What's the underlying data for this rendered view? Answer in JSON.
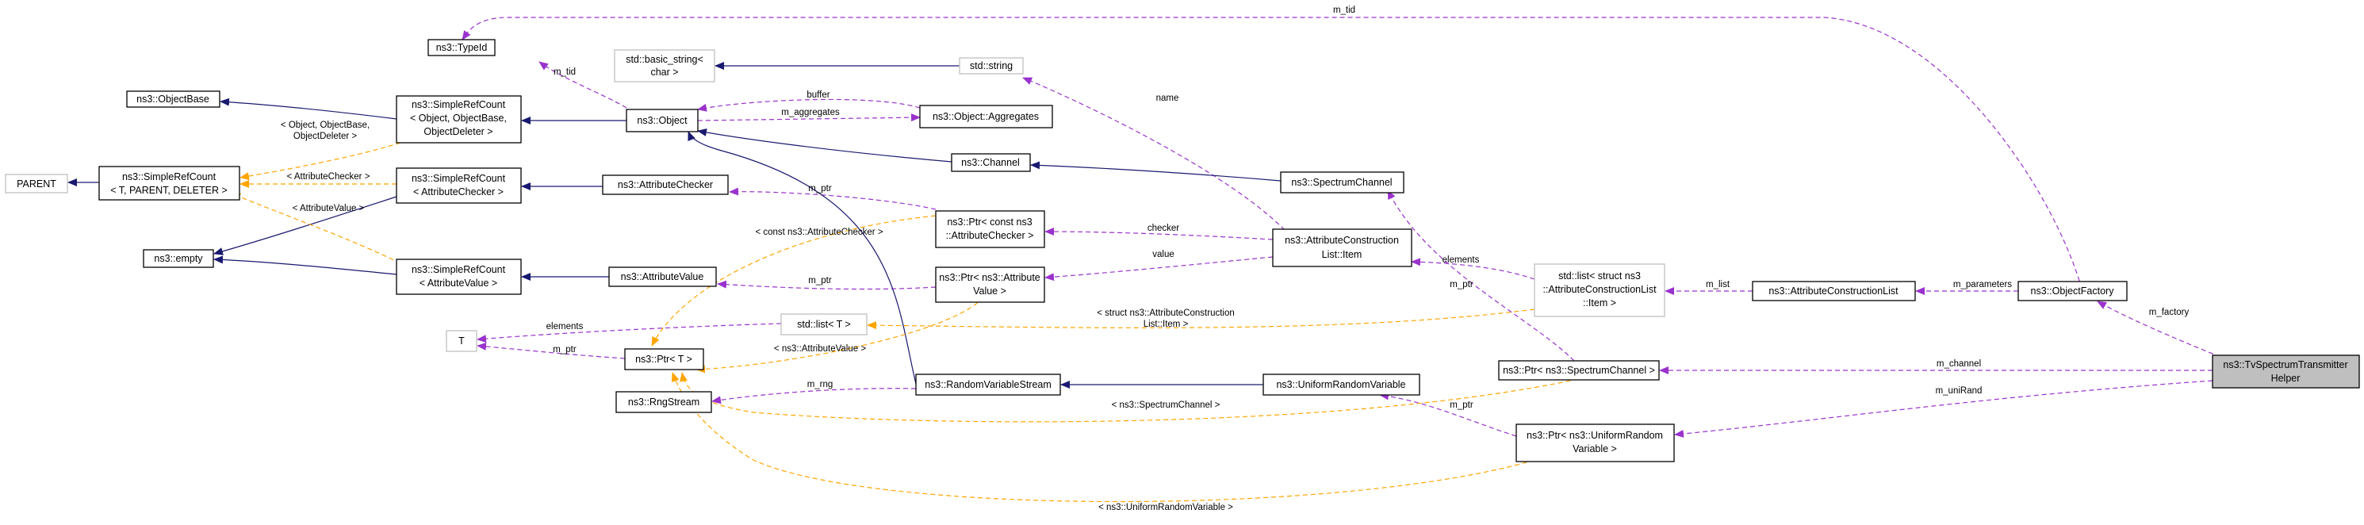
{
  "nodes": {
    "typeid": [
      "ns3::TypeId"
    ],
    "basic_string": [
      "std::basic_string<",
      "char >"
    ],
    "std_string": [
      "std::string"
    ],
    "objectbase": [
      "ns3::ObjectBase"
    ],
    "srefcount_object": [
      "ns3::SimpleRefCount",
      "< Object, ObjectBase,",
      "ObjectDeleter >"
    ],
    "object": [
      "ns3::Object"
    ],
    "aggregates": [
      "ns3::Object::Aggregates"
    ],
    "parent": [
      "PARENT"
    ],
    "srefcount_t": [
      "ns3::SimpleRefCount",
      "< T, PARENT, DELETER >"
    ],
    "srefcount_attrchecker": [
      "ns3::SimpleRefCount",
      "< AttributeChecker >"
    ],
    "attributechecker": [
      "ns3::AttributeChecker"
    ],
    "channel": [
      "ns3::Channel"
    ],
    "spectrumchannel": [
      "ns3::SpectrumChannel"
    ],
    "empty": [
      "ns3::empty"
    ],
    "ptr_attrchecker": [
      "ns3::Ptr< const ns3",
      "::AttributeChecker >"
    ],
    "attrconstruction_item": [
      "ns3::AttributeConstruction",
      "List::Item"
    ],
    "srefcount_attrvalue": [
      "ns3::SimpleRefCount",
      "< AttributeValue >"
    ],
    "attributevalue": [
      "ns3::AttributeValue"
    ],
    "ptr_attrvalue": [
      "ns3::Ptr< ns3::Attribute",
      "Value >"
    ],
    "stdlist_item": [
      "std::list< struct ns3",
      "::AttributeConstructionList",
      "::Item >"
    ],
    "attrconstructionlist": [
      "ns3::AttributeConstructionList"
    ],
    "objectfactory": [
      "ns3::ObjectFactory"
    ],
    "t": [
      "T"
    ],
    "stdlist_t": [
      "std::list< T >"
    ],
    "ptr_t": [
      "ns3::Ptr< T >"
    ],
    "rngstream": [
      "ns3::RngStream"
    ],
    "randomvariablestream": [
      "ns3::RandomVariableStream"
    ],
    "uniformrandomvariable": [
      "ns3::UniformRandomVariable"
    ],
    "ptr_spectrumchannel": [
      "ns3::Ptr< ns3::SpectrumChannel >"
    ],
    "ptr_uniform": [
      "ns3::Ptr< ns3::UniformRandom",
      "Variable >"
    ],
    "tvhelper": [
      "ns3::TvSpectrumTransmitter",
      "Helper"
    ]
  },
  "edge_labels": {
    "m_tid_top": [
      "m_tid"
    ],
    "m_tid": [
      "m_tid"
    ],
    "buffer": [
      "buffer"
    ],
    "m_aggregates": [
      "m_aggregates"
    ],
    "name": [
      "name"
    ],
    "tmpl_object": [
      "< Object, ObjectBase,",
      "ObjectDeleter >"
    ],
    "tmpl_attrchecker": [
      "< AttributeChecker >"
    ],
    "tmpl_attrvalue": [
      "< AttributeValue >"
    ],
    "m_ptr_checker": [
      "m_ptr"
    ],
    "tmpl_const_checker": [
      "< const ns3::AttributeChecker >"
    ],
    "checker": [
      "checker"
    ],
    "value": [
      "value"
    ],
    "m_ptr_value": [
      "m_ptr"
    ],
    "elements_item": [
      "elements"
    ],
    "m_ptr_item": [
      "m_ptr"
    ],
    "m_list": [
      "m_list"
    ],
    "m_parameters": [
      "m_parameters"
    ],
    "m_factory": [
      "m_factory"
    ],
    "elements_t": [
      "elements"
    ],
    "m_ptr_t": [
      "m_ptr"
    ],
    "tmpl_struct_item": [
      "< struct ns3::AttributeConstruction",
      "List::Item >"
    ],
    "tmpl_attrvalue2": [
      "< ns3::AttributeValue >"
    ],
    "m_rng": [
      "m_rng"
    ],
    "tmpl_spectrumchannel": [
      "< ns3::SpectrumChannel >"
    ],
    "m_ptr_uniform": [
      "m_ptr"
    ],
    "m_channel": [
      "m_channel"
    ],
    "m_unirand": [
      "m_uniRand"
    ],
    "tmpl_uniform": [
      "< ns3::UniformRandomVariable >"
    ]
  },
  "legend_colors": {
    "inheritance": "#191970",
    "usage": "#9a32cd",
    "template_instance": "#ffa500",
    "focus_fill": "#bfbfbf",
    "undocumented_border": "#bfbfbf"
  }
}
